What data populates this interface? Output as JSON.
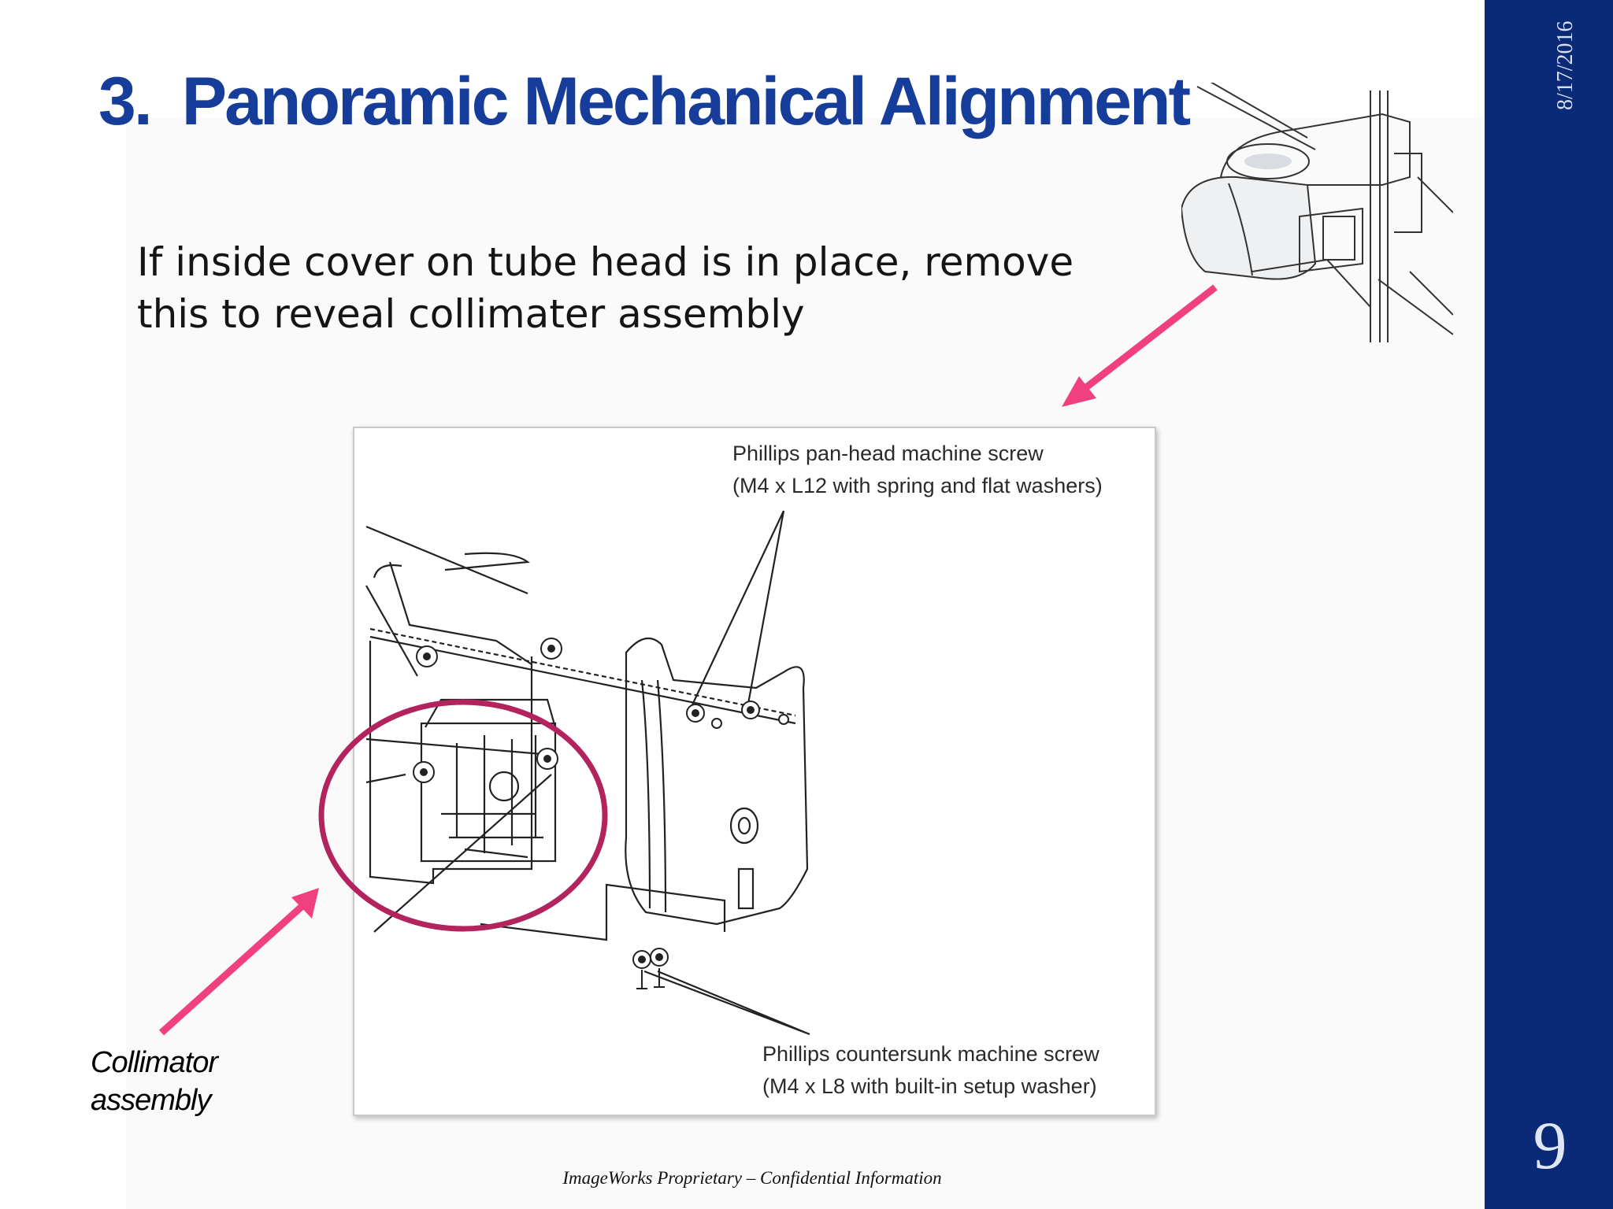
{
  "slide": {
    "number_label": "3.",
    "title": "Panoramic Mechanical Alignment",
    "date": "8/17/2016",
    "page_number": "9",
    "instruction": "If inside cover on tube head is in place, remove this to reveal collimater assembly",
    "collimator_label": [
      "Collimator",
      "assembly"
    ],
    "footer": "ImageWorks Proprietary – Confidential Information"
  },
  "diagram": {
    "callout_top": [
      "Phillips pan-head machine screw",
      "(M4 x L12 with spring and flat washers)"
    ],
    "callout_bottom": [
      "Phillips countersunk machine screw",
      "(M4 x L8 with built-in setup washer)"
    ]
  },
  "colors": {
    "sidebar": "#0a2a78",
    "title": "#173d9a",
    "arrow": "#f0407f",
    "highlight_circle": "#b3245e"
  },
  "icons": [
    "tube-head-illustration",
    "collimator-exploded-diagram",
    "arrow-pointer"
  ]
}
